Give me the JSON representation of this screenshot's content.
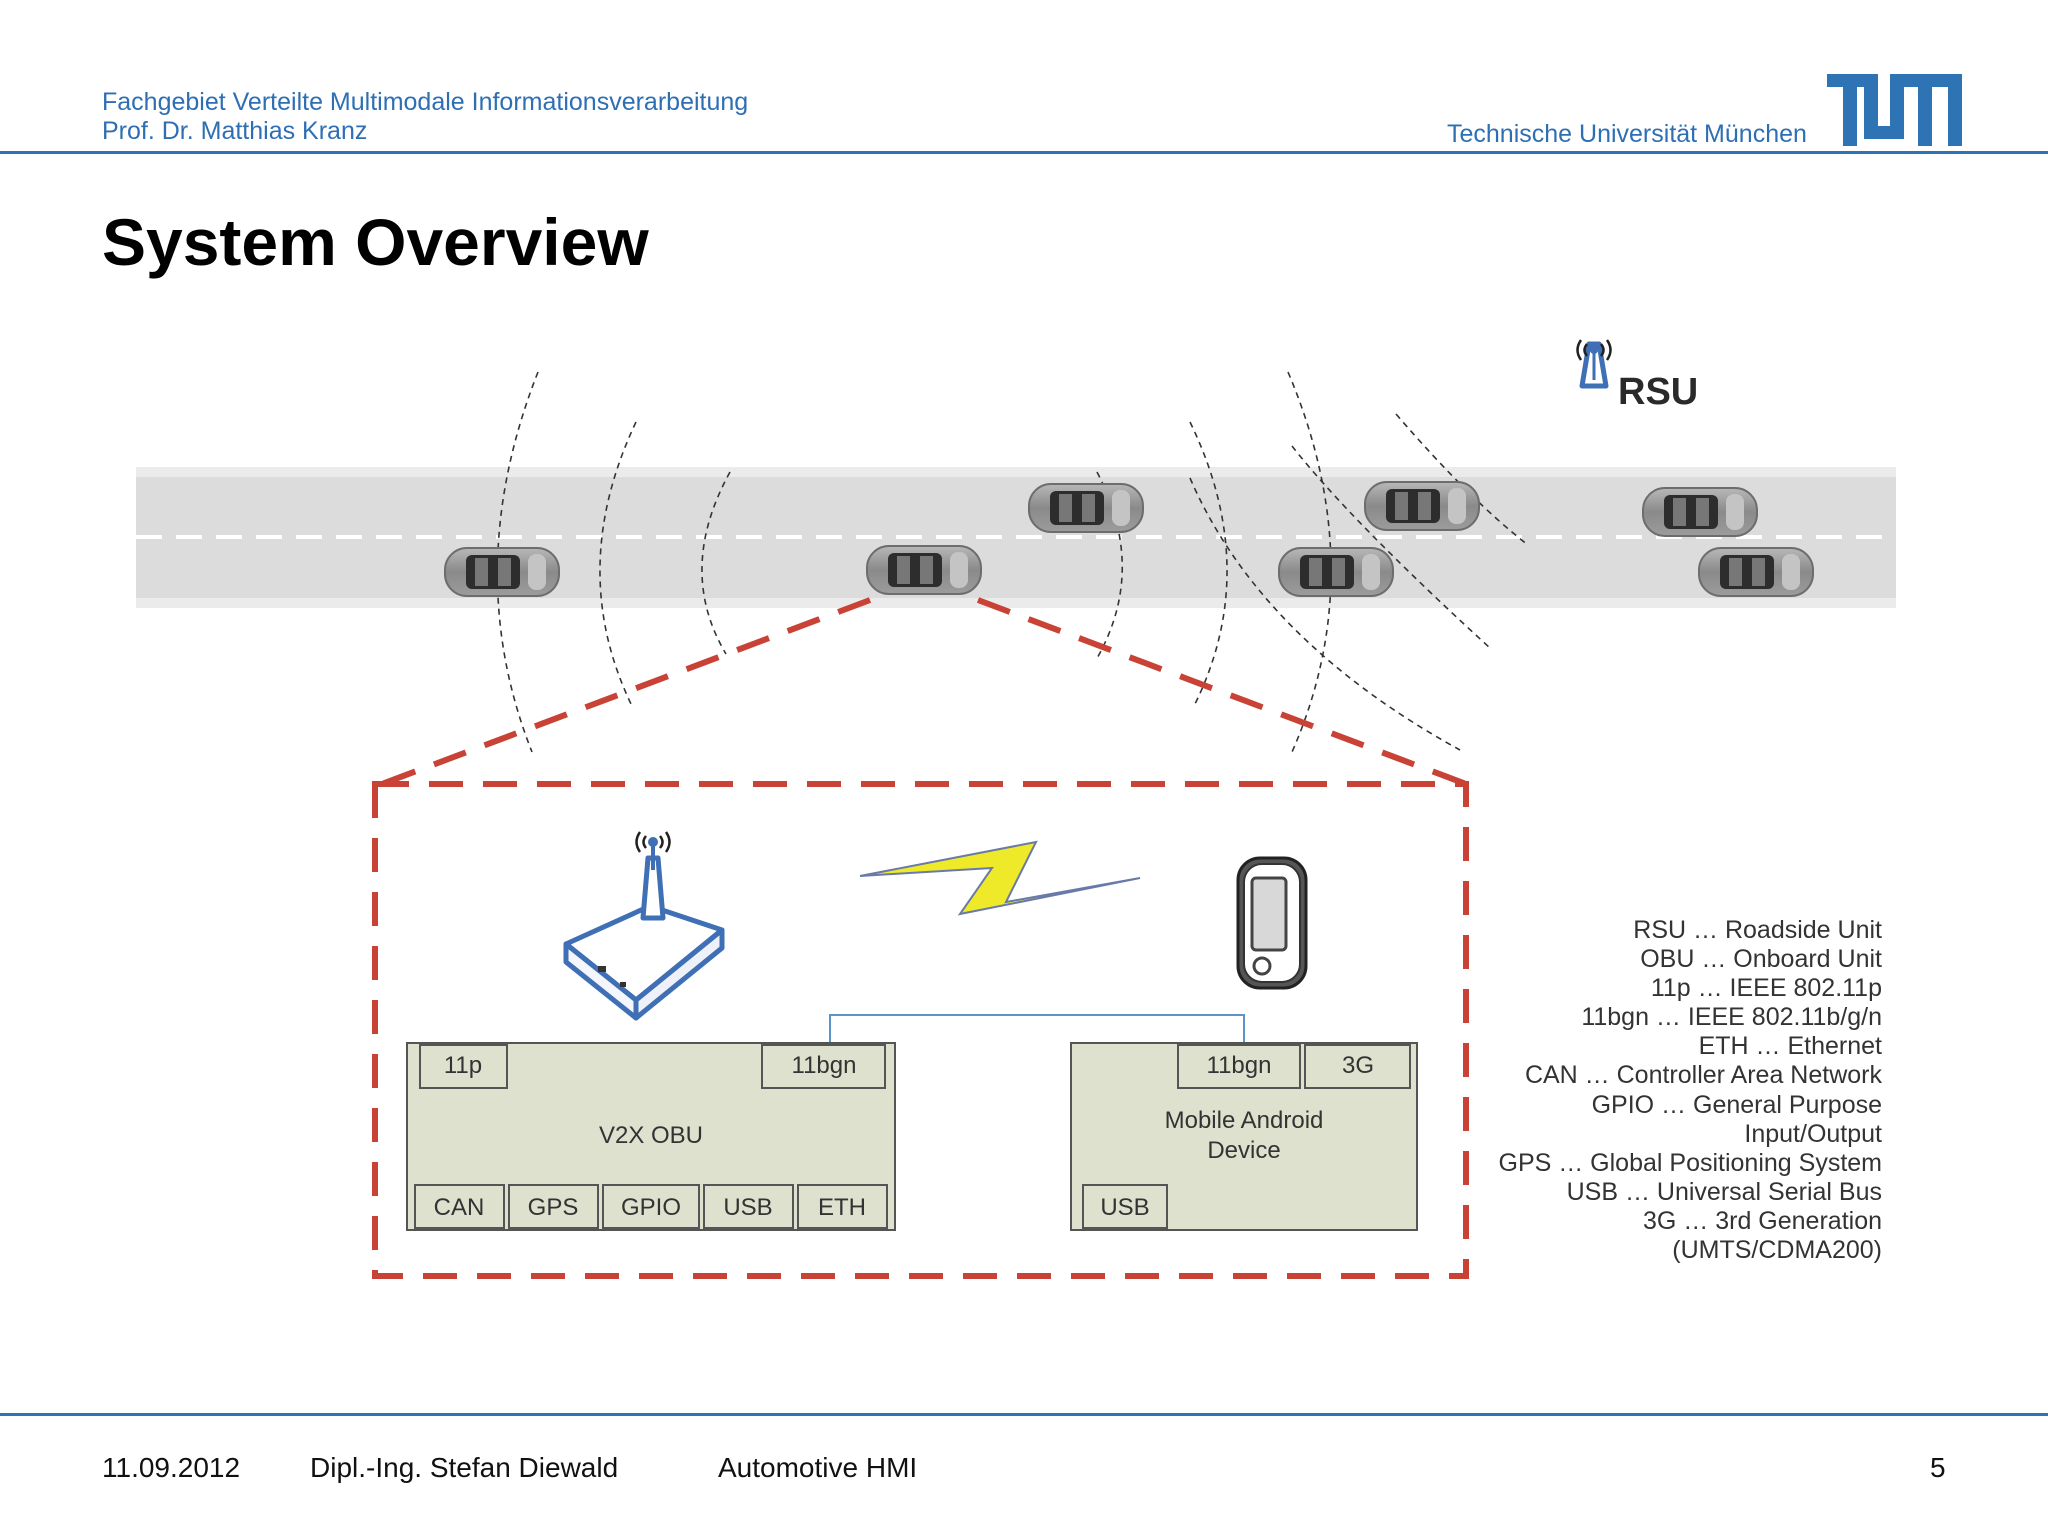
{
  "header": {
    "dept_line1": "Fachgebiet Verteilte Multimodale Informationsverarbeitung",
    "dept_line2": "Prof. Dr. Matthias Kranz",
    "university": "Technische Universität München",
    "logo_text": "TUM",
    "accent_color": "#2e74b5"
  },
  "slide": {
    "title": "System Overview"
  },
  "diagram": {
    "rsu_label": "RSU",
    "obu": {
      "name": "V2X OBU",
      "top_ports": [
        "11p",
        "11bgn"
      ],
      "bottom_ports": [
        "CAN",
        "GPS",
        "GPIO",
        "USB",
        "ETH"
      ]
    },
    "phone": {
      "name_line1": "Mobile Android",
      "name_line2": "Device",
      "top_ports": [
        "11bgn",
        "3G"
      ],
      "bottom_ports": [
        "USB"
      ]
    },
    "colors": {
      "zoom_border": "#c84236",
      "box_fill": "#dfe1cf",
      "link": "#5b95c8",
      "lightning": "#eeea2a"
    }
  },
  "legend": [
    "RSU … Roadside Unit",
    "OBU … Onboard Unit",
    "11p … IEEE 802.11p",
    "11bgn … IEEE 802.11b/g/n",
    "ETH … Ethernet",
    "CAN … Controller Area Network",
    "GPIO … General Purpose",
    "Input/Output",
    "GPS … Global Positioning System",
    "USB … Universal Serial Bus",
    "3G … 3rd Generation",
    "(UMTS/CDMA200)"
  ],
  "footer": {
    "date": "11.09.2012",
    "author": "Dipl.-Ing. Stefan Diewald",
    "course": "Automotive HMI",
    "page": "5"
  }
}
